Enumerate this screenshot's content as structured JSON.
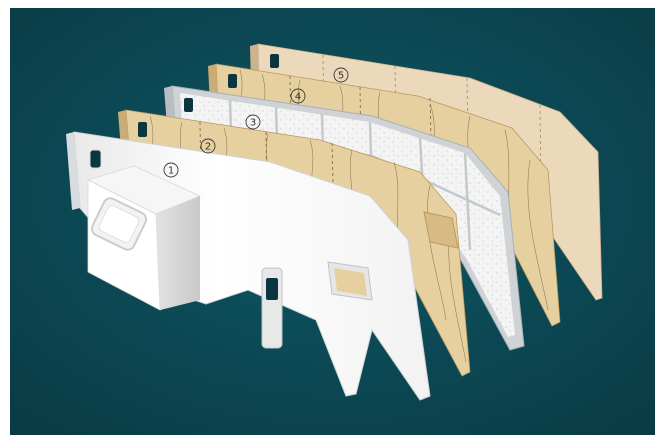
{
  "diagram": {
    "colors": {
      "background_inner": "#0d5866",
      "background_outer": "#0a3a44",
      "frame": "#ffffff",
      "exterior_skin": "#ffffff",
      "wood": "#e6d0a0",
      "wood_grain": "#7a6238",
      "insulation": "#f4f4f4",
      "insulation_frame": "#cfd3d6",
      "interior_panel": "#ecd9bb",
      "callout_stroke": "#3a3a3a"
    },
    "callouts": [
      {
        "label": "1",
        "glyph": "①"
      },
      {
        "label": "2",
        "glyph": "②"
      },
      {
        "label": "3",
        "glyph": "③"
      },
      {
        "label": "4",
        "glyph": "④"
      },
      {
        "label": "5",
        "glyph": "⑤"
      }
    ]
  }
}
